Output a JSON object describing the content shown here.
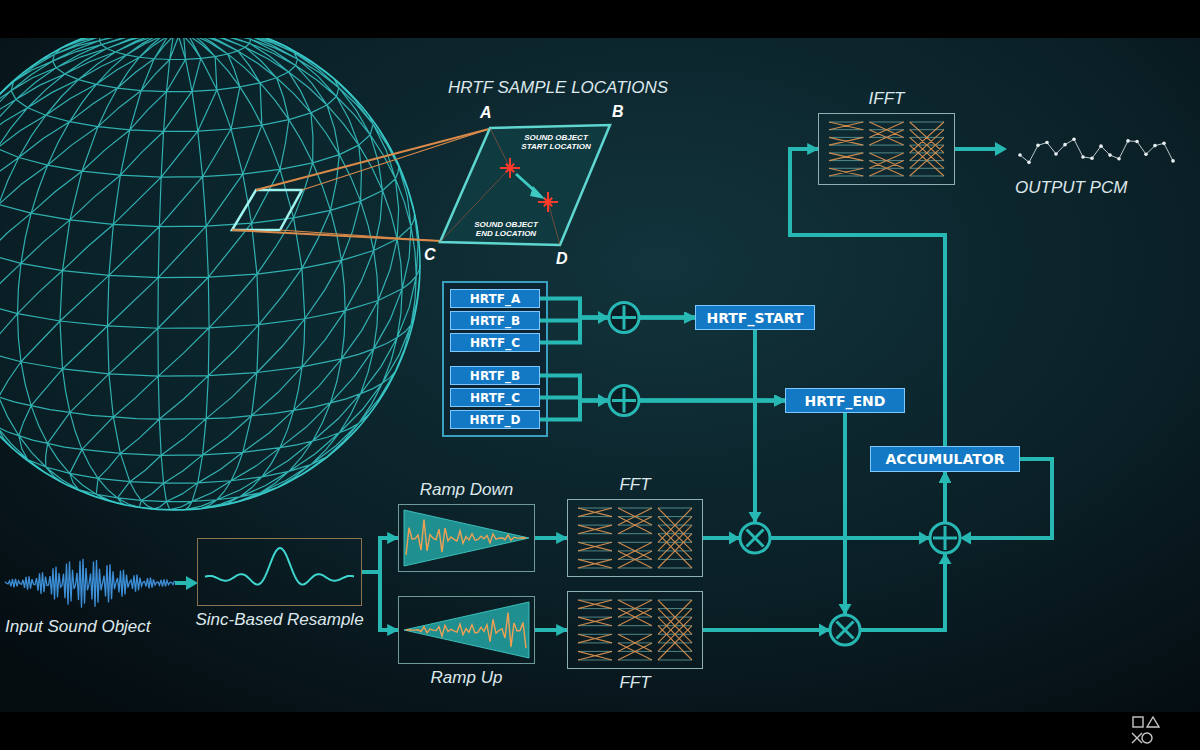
{
  "diagram": {
    "nodes": [
      {
        "text": [
          "IFFT"
        ]
      },
      {
        "text": [
          "HRTF_A"
        ]
      },
      {
        "text": [
          "HRTF_B"
        ]
      },
      {
        "text": [
          "HRTF_C"
        ]
      },
      {
        "text": [
          "HRTF_B"
        ]
      },
      {
        "text": [
          "HRTF_C"
        ]
      },
      {
        "text": [
          "HRTF_D"
        ]
      },
      {
        "text": [
          "HRTF_START"
        ]
      },
      {
        "text": [
          "HRTF_END"
        ]
      },
      {
        "text": [
          "ACCUMULATOR"
        ]
      },
      {
        "text": [
          "Ramp Down"
        ]
      },
      {
        "text": [
          "FFT"
        ]
      },
      {
        "text": [
          "Sinc-Based Resample"
        ]
      },
      {
        "text": [
          "Ramp Up"
        ]
      },
      {
        "text": [
          "FFT"
        ]
      }
    ],
    "edges": [
      {
        "from": 1,
        "to": 7,
        "arrow": "to"
      },
      {
        "from": 2,
        "to": 7,
        "arrow": "to"
      },
      {
        "from": 3,
        "to": 7,
        "arrow": "to"
      },
      {
        "from": 4,
        "to": 8,
        "arrow": "to"
      },
      {
        "from": 5,
        "to": 8,
        "arrow": "to"
      },
      {
        "from": 6,
        "to": 8,
        "arrow": "to"
      },
      {
        "from": 12,
        "to": 10,
        "arrow": "to"
      },
      {
        "from": 12,
        "to": 13,
        "arrow": "to"
      },
      {
        "from": 10,
        "to": 11,
        "arrow": "to"
      },
      {
        "from": 13,
        "to": 14,
        "arrow": "to"
      },
      {
        "from": 11,
        "to": 9,
        "arrow": "to"
      },
      {
        "from": 7,
        "to": 9,
        "arrow": "to"
      },
      {
        "from": 14,
        "to": 9,
        "arrow": "to"
      },
      {
        "from": 8,
        "to": 9,
        "arrow": "to"
      },
      {
        "from": 9,
        "to": 0,
        "arrow": "to"
      }
    ],
    "labels": [
      "HRTF SAMPLE LOCATIONS",
      "A",
      "B",
      "SOUND OBJECT START LOCATION",
      "SOUND OBJECT END LOCATION",
      "C",
      "D",
      "OUTPUT PCM",
      "Input Sound Object"
    ]
  }
}
